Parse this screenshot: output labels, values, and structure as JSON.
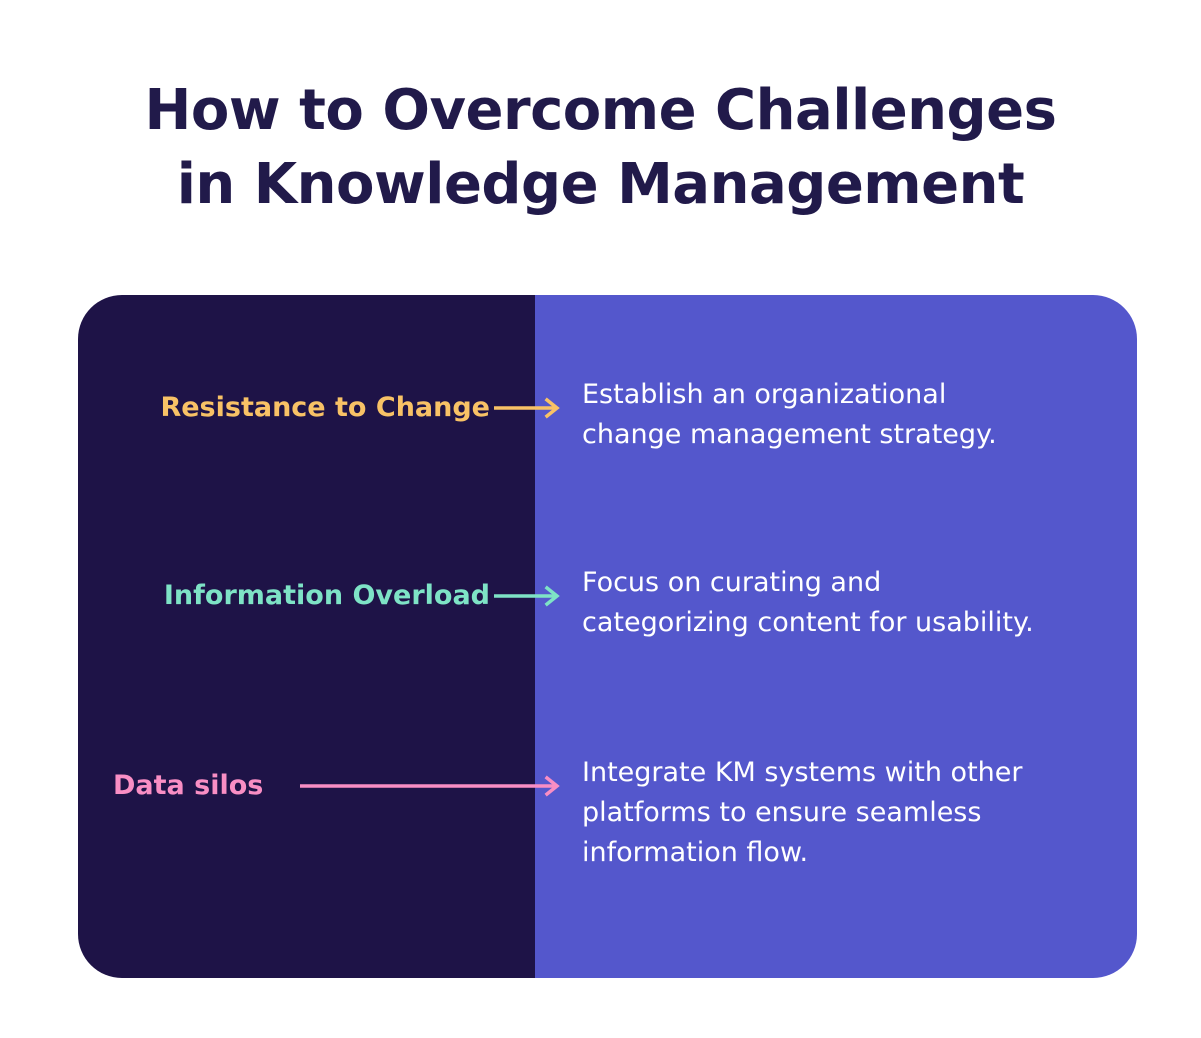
{
  "page": {
    "background": "#FFFFFF"
  },
  "title": {
    "line1": "How to Overcome Challenges",
    "line2": "in Knowledge Management",
    "color": "#211A4A"
  },
  "card": {
    "left_panel_color": "#1E1347",
    "right_panel_color": "#5457CC",
    "corner_radius": "44px"
  },
  "rows": [
    {
      "label": "Resistance to Change",
      "label_color": "#F8C266",
      "arrow_color": "#F8C266",
      "description_lines": [
        "Establish an organizational",
        "change management strategy."
      ],
      "description_color": "#FFFFFF"
    },
    {
      "label": "Information Overload",
      "label_color": "#7EE3C6",
      "arrow_color": "#7EE3C6",
      "description_lines": [
        "Focus on curating and",
        "categorizing content for usability."
      ],
      "description_color": "#FFFFFF"
    },
    {
      "label": "Data silos",
      "label_color": "#F98EC4",
      "arrow_color": "#F98EC4",
      "description_lines": [
        "Integrate KM systems with other",
        "platforms to ensure seamless",
        "information flow."
      ],
      "description_color": "#FFFFFF"
    }
  ]
}
